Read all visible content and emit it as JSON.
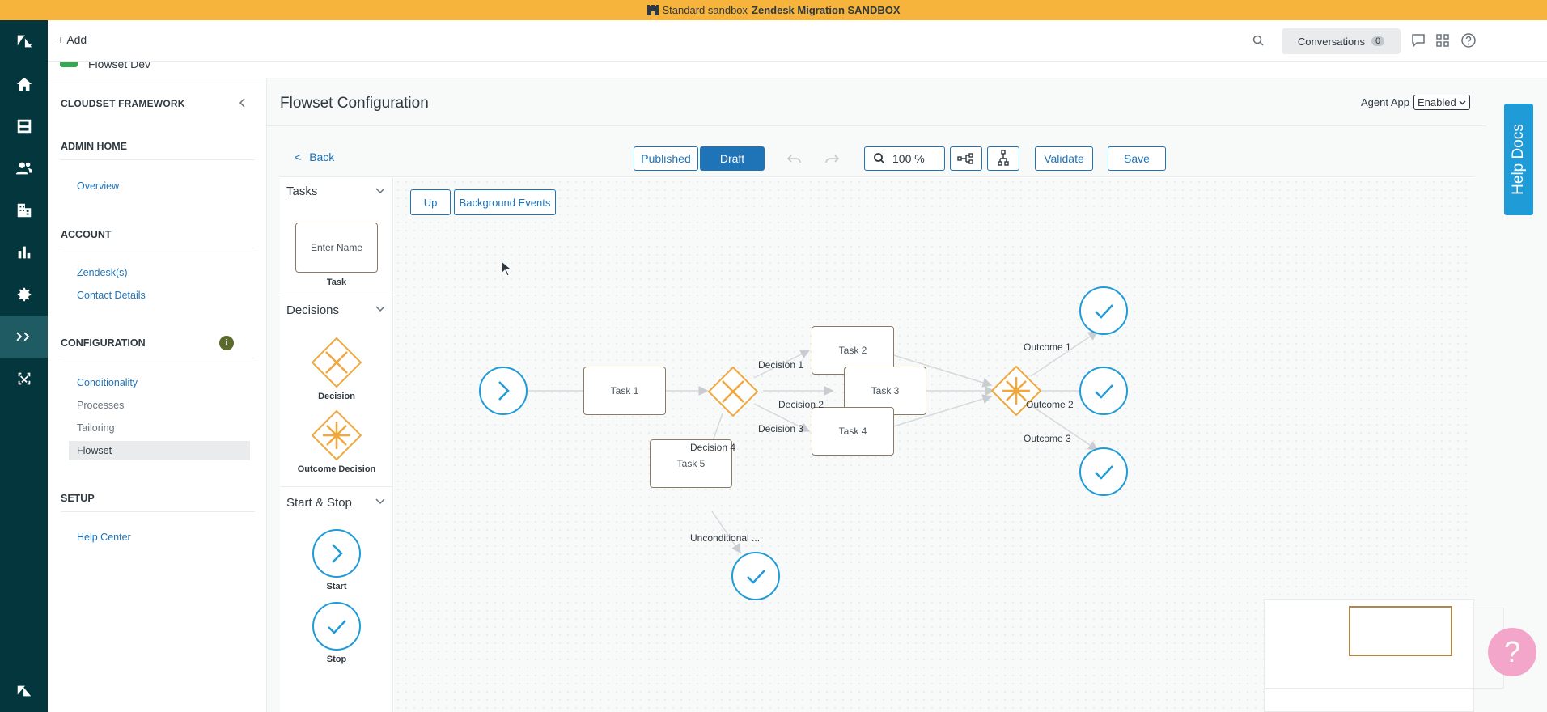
{
  "banner": {
    "prefix": "Standard sandbox",
    "name": "Zendesk Migration SANDBOX"
  },
  "header": {
    "add_label": "Add",
    "conversations_label": "Conversations",
    "conversations_count": "0",
    "app_name": "Flowset Dev"
  },
  "sidebar": {
    "title": "CLOUDSET FRAMEWORK",
    "admin_home": "ADMIN HOME",
    "overview": "Overview",
    "account": "ACCOUNT",
    "zendesks": "Zendesk(s)",
    "contact_details": "Contact Details",
    "configuration": "CONFIGURATION",
    "conditionality": "Conditionality",
    "processes": "Processes",
    "tailoring": "Tailoring",
    "flowset": "Flowset",
    "setup": "SETUP",
    "help_center": "Help Center"
  },
  "main": {
    "title": "Flowset Configuration",
    "agent_app_label": "Agent App",
    "agent_app_value": "Enabled"
  },
  "toolbar": {
    "back_chevron": "<",
    "back": "Back",
    "published": "Published",
    "draft": "Draft",
    "zoom": "100 %",
    "validate": "Validate",
    "save": "Save"
  },
  "palette": {
    "tasks_heading": "Tasks",
    "task_placeholder": "Enter Name",
    "task_label": "Task",
    "decisions_heading": "Decisions",
    "decision_label": "Decision",
    "outcome_decision_label": "Outcome Decision",
    "start_stop_heading": "Start & Stop",
    "start_label": "Start",
    "stop_label": "Stop"
  },
  "diagram": {
    "up": "Up",
    "background_events": "Background Events",
    "tasks": [
      "Task 1",
      "Task 2",
      "Task 3",
      "Task 4",
      "Task 5"
    ],
    "decisions": [
      "Decision 1",
      "Decision 2",
      "Decision 3",
      "Decision 4"
    ],
    "outcomes": [
      "Outcome 1",
      "Outcome 2",
      "Outcome 3"
    ],
    "unconditional": "Unconditional ..."
  },
  "help_docs": "Help Docs",
  "help_fab": "?",
  "colors": {
    "accent": "#1f73b7",
    "decision": "#f0a73c",
    "node_border": "#8c7b64",
    "rail": "#03363d",
    "banner": "#f6b43c"
  }
}
